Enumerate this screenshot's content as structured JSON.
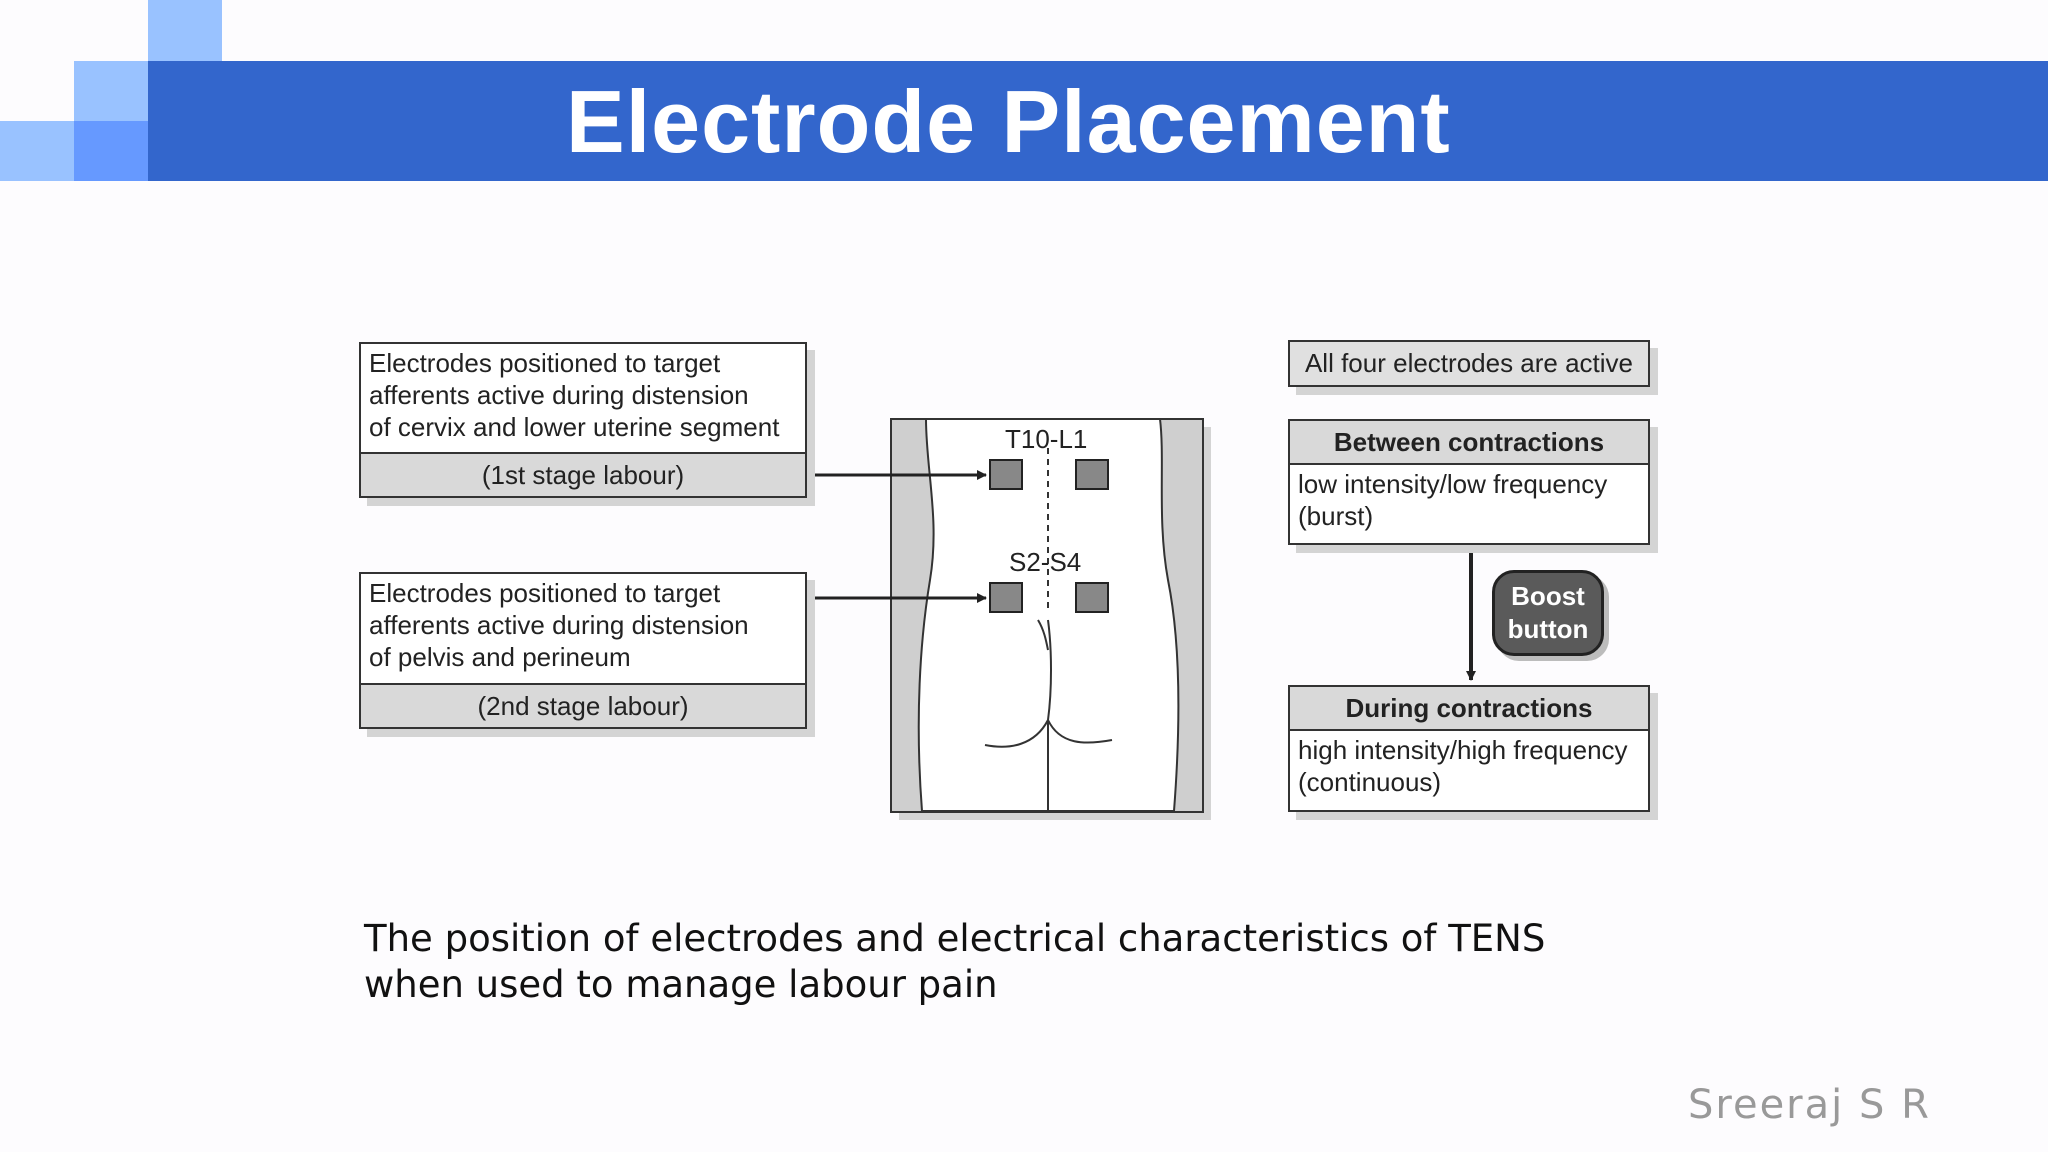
{
  "slide": {
    "title": "Electrode Placement",
    "caption_line1": "The position of electrodes and electrical characteristics of TENS",
    "caption_line2": "when used to manage labour pain",
    "author": "Sreeraj S R",
    "accent_color": "#3366cc"
  },
  "diagram": {
    "first_stage": {
      "line1": "Electrodes positioned to target",
      "line2": "afferents active during distension",
      "line3": "of cervix and lower uterine segment",
      "stage": "(1st stage labour)"
    },
    "second_stage": {
      "line1": "Electrodes positioned to target",
      "line2": "afferents active during distension",
      "line3": "of pelvis and perineum",
      "stage": "(2nd stage labour)"
    },
    "body": {
      "upper_label": "T10-L1",
      "lower_label": "S2-S4"
    },
    "active_note": "All four electrodes are active",
    "between": {
      "header": "Between contractions",
      "line1": "low intensity/low frequency",
      "line2": "(burst)"
    },
    "boost": {
      "line1": "Boost",
      "line2": "button"
    },
    "during": {
      "header": "During contractions",
      "line1": "high intensity/high frequency",
      "line2": "(continuous)"
    }
  }
}
